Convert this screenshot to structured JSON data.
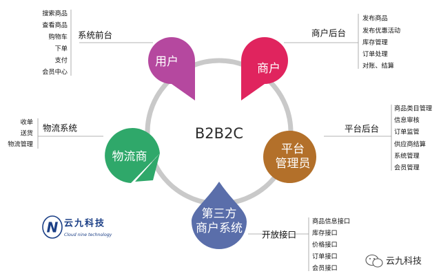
{
  "diagram": {
    "center": "B2B2C",
    "nodes": {
      "user": {
        "label": "用户",
        "color": "#b5489f",
        "branch": "系统前台",
        "items": [
          "搜索商品",
          "查看商品",
          "购物车",
          "下单",
          "支付",
          "会员中心"
        ]
      },
      "merchant": {
        "label": "商户",
        "color": "#e0245e",
        "branch": "商户后台",
        "items": [
          "发布商品",
          "发布优惠活动",
          "库存管理",
          "订单处理",
          "对账、结算"
        ]
      },
      "logistics": {
        "label": "物流商",
        "color": "#2fa86a",
        "branch": "物流系统",
        "items": [
          "收单",
          "送货",
          "物流管理"
        ]
      },
      "admin": {
        "label_lines": [
          "平台",
          "管理员"
        ],
        "color": "#b3702a",
        "branch": "平台后台",
        "items": [
          "商品类目管理",
          "信息审核",
          "订单监管",
          "供应商结算",
          "系统管理",
          "会员管理"
        ]
      },
      "third": {
        "label_lines": [
          "第三方",
          "商户系统"
        ],
        "color": "#5a6eaa",
        "branch": "开放接口",
        "items": [
          "商品信息接口",
          "库存接口",
          "价格接口",
          "订单接口",
          "会员接口"
        ]
      }
    }
  },
  "logo": {
    "name": "云九科技",
    "subtitle": "Cloud nine technology",
    "mark": "N"
  },
  "watermark": {
    "text": "云九科技"
  }
}
